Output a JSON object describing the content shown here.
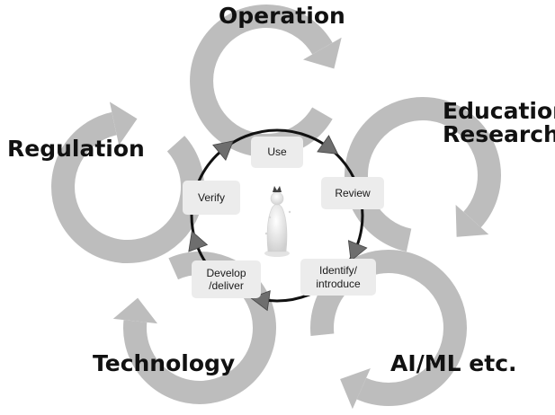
{
  "outer_cycles": [
    {
      "id": "operation",
      "label": "Operation"
    },
    {
      "id": "education",
      "label": "Education/\nResearch"
    },
    {
      "id": "ai_ml",
      "label": "AI/ML etc."
    },
    {
      "id": "technology",
      "label": "Technology"
    },
    {
      "id": "regulation",
      "label": "Regulation"
    }
  ],
  "inner_steps": [
    {
      "id": "use",
      "label": "Use"
    },
    {
      "id": "review",
      "label": "Review"
    },
    {
      "id": "identify",
      "label": "Identify/\nintroduce"
    },
    {
      "id": "develop",
      "label": "Develop\n/deliver"
    },
    {
      "id": "verify",
      "label": "Verify"
    }
  ],
  "colors": {
    "cycle_arrow": "#bdbdbd",
    "inner_ring": "#111111",
    "inner_arrow": "#6e6e6e",
    "step_box": "#ececec"
  },
  "icons": {
    "center": "person-figure-icon"
  }
}
